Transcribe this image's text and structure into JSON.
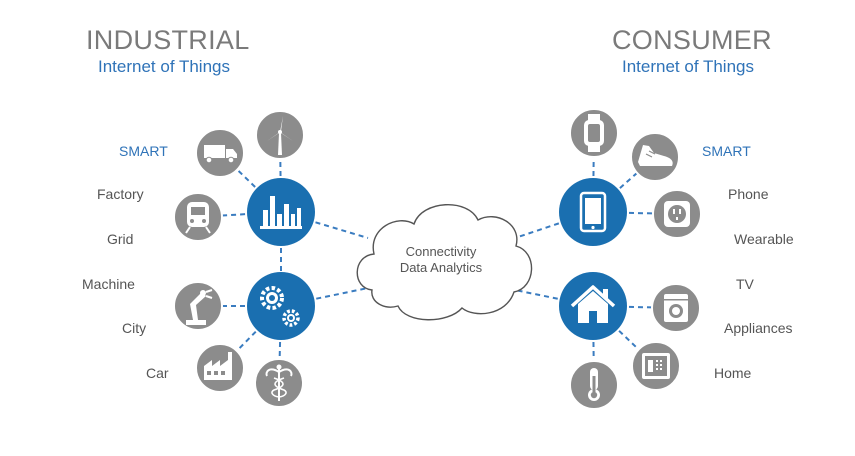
{
  "industrial": {
    "title": "INDUSTRIAL",
    "subtitle": "Internet of Things",
    "smart_label": "SMART",
    "labels": [
      "Factory",
      "Grid",
      "Machine",
      "City",
      "Car"
    ]
  },
  "consumer": {
    "title": "CONSUMER",
    "subtitle": "Internet of Things",
    "smart_label": "SMART",
    "labels": [
      "Phone",
      "Wearable",
      "TV",
      "Appliances",
      "Home"
    ]
  },
  "cloud": {
    "line1": "Connectivity",
    "line2": "Data Analytics"
  },
  "colors": {
    "hub_blue": "#1a6fb0",
    "icon_gray": "#8c8c8c",
    "connector_blue": "#3a7cc0",
    "heading_gray": "#7a7a7a",
    "subtitle_blue": "#2f73b8"
  },
  "icons": {
    "industrial_hub_top": "factory-skyline-icon",
    "industrial_hub_bottom": "gears-icon",
    "industrial_satellites": [
      "truck-icon",
      "wind-turbine-icon",
      "train-icon",
      "robot-arm-icon",
      "factory-icon",
      "caduceus-icon"
    ],
    "consumer_hub_top": "smartphone-icon",
    "consumer_hub_bottom": "house-icon",
    "consumer_satellites": [
      "smartwatch-icon",
      "sneaker-icon",
      "power-outlet-icon",
      "washing-machine-icon",
      "safe-icon",
      "thermometer-icon"
    ]
  }
}
